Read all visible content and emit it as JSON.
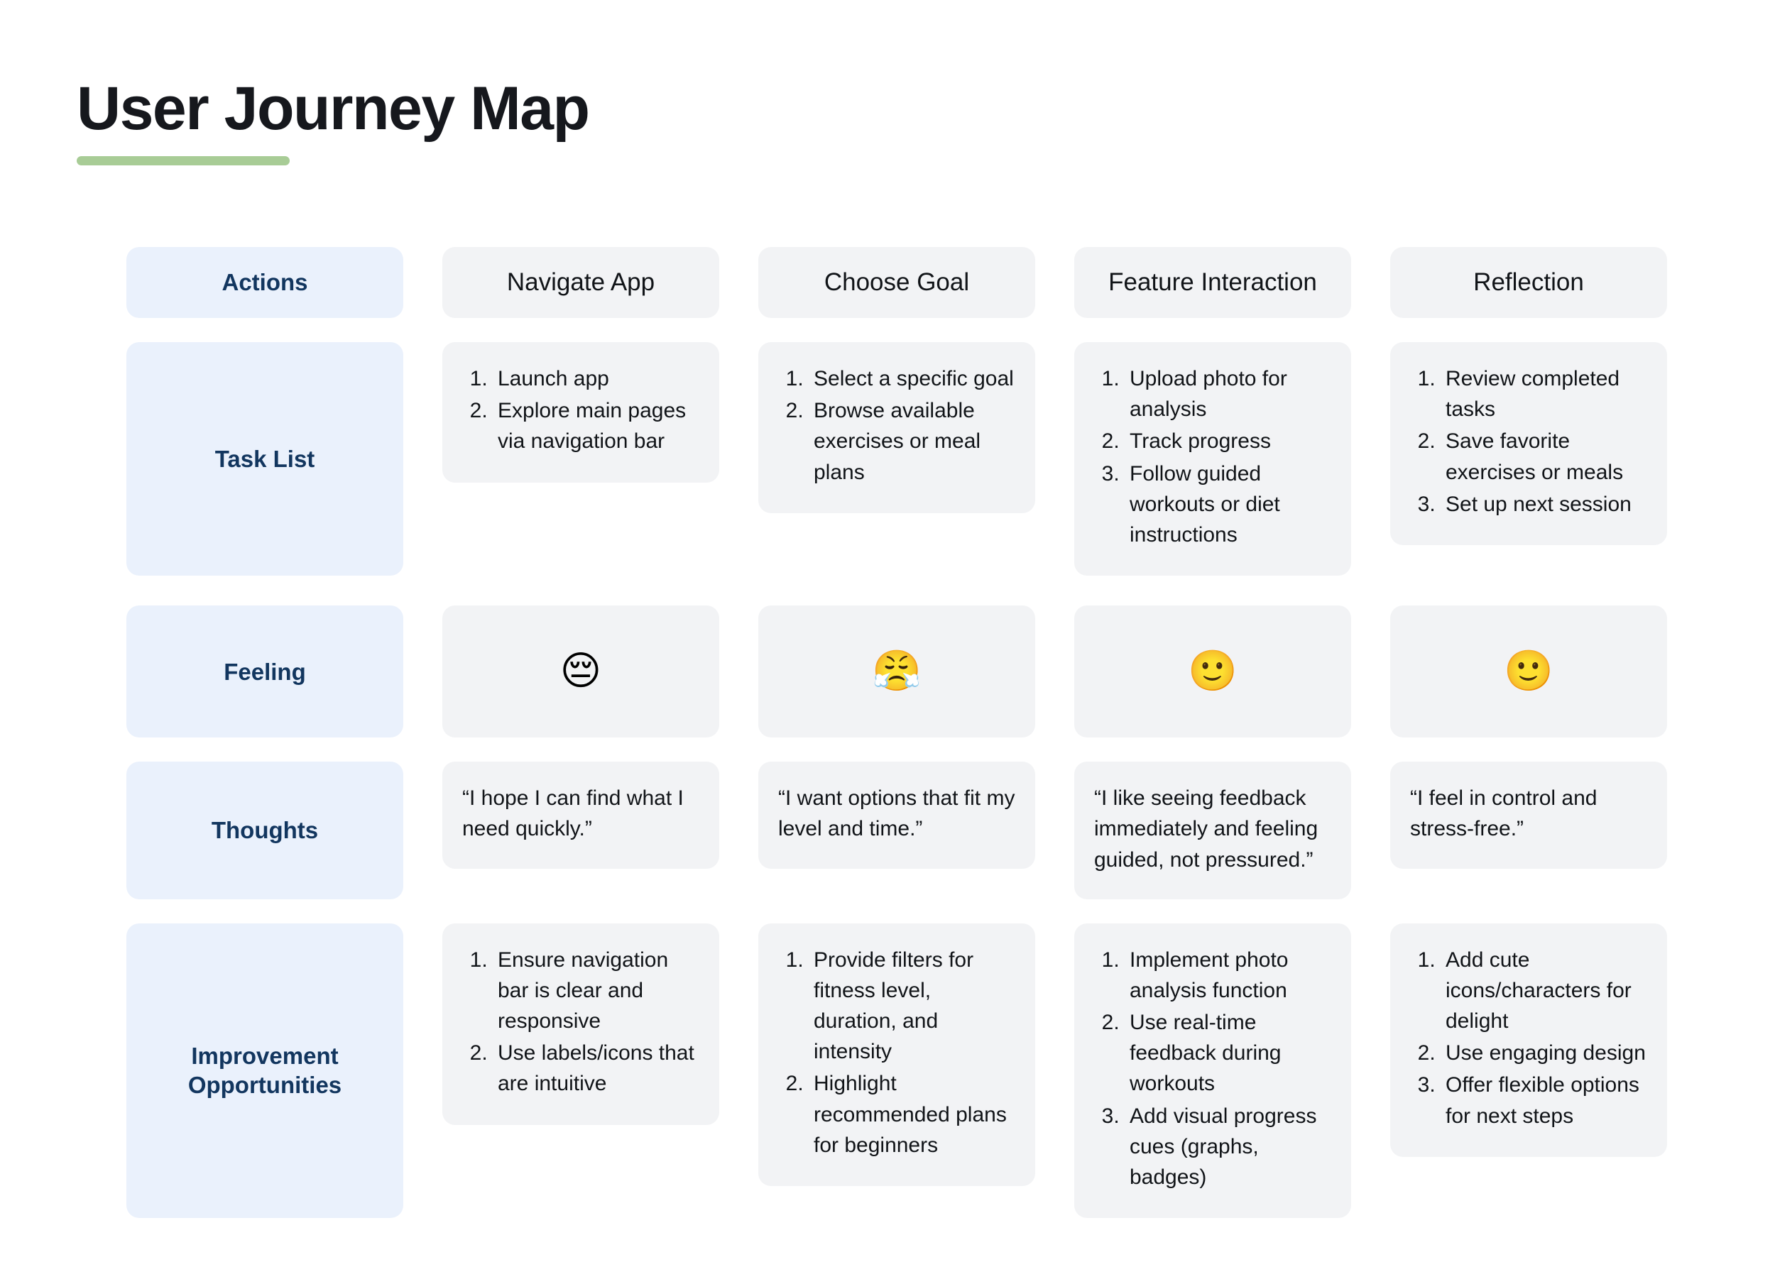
{
  "title": "User Journey Map",
  "accent_color": "#a8cc96",
  "label_cell_color": "#eaf1fc",
  "label_text_color": "#12365f",
  "content_cell_color": "#f2f3f5",
  "row_labels": {
    "actions": "Actions",
    "task_list": "Task List",
    "feeling": "Feeling",
    "thoughts": "Thoughts",
    "improvement": "Improvement Opportunities"
  },
  "stages": [
    {
      "name": "Navigate App"
    },
    {
      "name": "Choose Goal"
    },
    {
      "name": "Feature Interaction"
    },
    {
      "name": "Reflection"
    }
  ],
  "task_list": [
    {
      "items": [
        "Launch app",
        "Explore main pages via navigation bar"
      ]
    },
    {
      "items": [
        "Select a specific goal",
        "Browse available exercises or meal plans"
      ]
    },
    {
      "items": [
        "Upload photo for analysis",
        "Track progress",
        "Follow guided workouts or diet instructions"
      ]
    },
    {
      "items": [
        "Review completed tasks",
        "Save favorite exercises or meals",
        "Set up next session"
      ]
    }
  ],
  "feeling": [
    {
      "emoji": "😔",
      "icon_name": "pensive-face-emoji"
    },
    {
      "emoji": "😤",
      "icon_name": "face-with-steam-from-nose-emoji"
    },
    {
      "emoji": "🙂",
      "icon_name": "slightly-smiling-face-emoji"
    },
    {
      "emoji": "🙂",
      "icon_name": "slightly-smiling-face-emoji"
    }
  ],
  "thoughts": [
    {
      "quote": "“I hope I can find what I need quickly.”"
    },
    {
      "quote": "“I want options that fit my level and time.”"
    },
    {
      "quote": "“I like seeing feedback immediately and feeling guided, not pressured.”"
    },
    {
      "quote": "“I feel in control and stress-free.”"
    }
  ],
  "improvement": [
    {
      "items": [
        "Ensure navigation bar is clear and responsive",
        "Use labels/icons that are intuitive"
      ]
    },
    {
      "items": [
        "Provide filters for fitness level, duration, and intensity",
        "Highlight recommended plans for beginners"
      ]
    },
    {
      "items": [
        "Implement photo analysis function",
        "Use real-time feedback during workouts",
        "Add visual progress cues (graphs, badges)"
      ]
    },
    {
      "items": [
        "Add cute icons/characters for delight",
        "Use engaging design",
        "Offer flexible options for next steps"
      ]
    }
  ]
}
